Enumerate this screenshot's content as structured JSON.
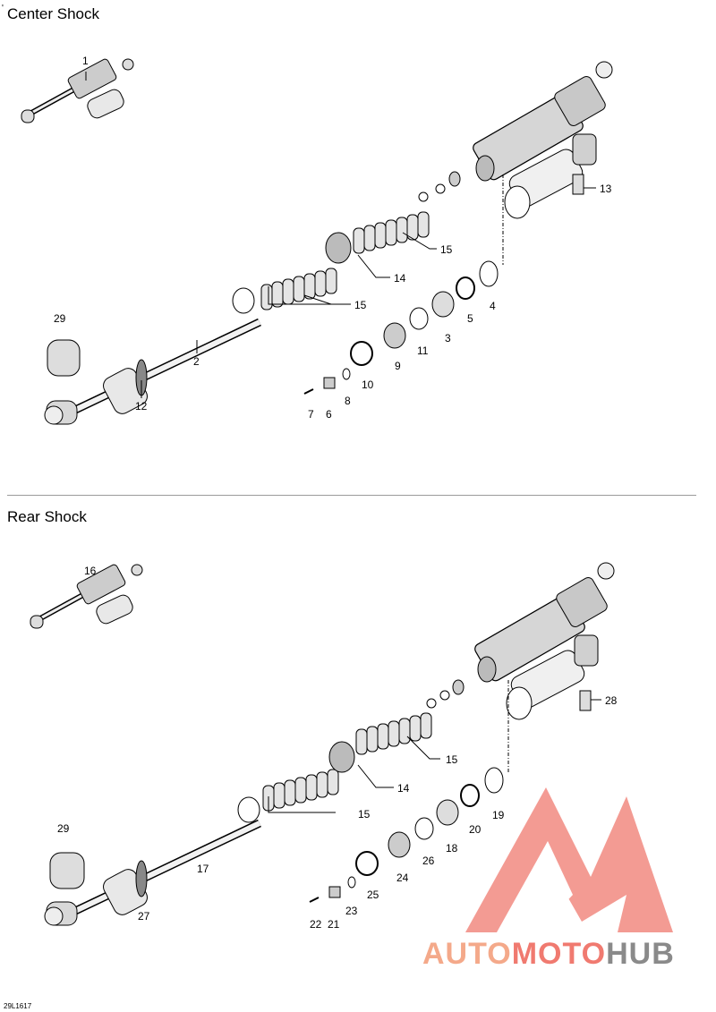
{
  "sections": [
    {
      "title": "Center Shock"
    },
    {
      "title": "Rear Shock"
    }
  ],
  "corner_mark": "'",
  "drawing_code": "29L1617",
  "watermark": {
    "part1": "AUTO",
    "part2": "MOTO",
    "part3": "HUB"
  },
  "colors": {
    "watermark_orange": "#f4a98a",
    "watermark_red": "#f07a70",
    "watermark_gray": "#8a8a8a",
    "divider": "#9a9a9a"
  },
  "center_labels": [
    "1",
    "2",
    "3",
    "4",
    "5",
    "6",
    "7",
    "8",
    "9",
    "10",
    "11",
    "12",
    "13",
    "14",
    "15",
    "15",
    "29"
  ],
  "rear_labels": [
    "16",
    "17",
    "18",
    "19",
    "20",
    "21",
    "22",
    "23",
    "24",
    "25",
    "26",
    "27",
    "28",
    "14",
    "15",
    "15",
    "29"
  ]
}
